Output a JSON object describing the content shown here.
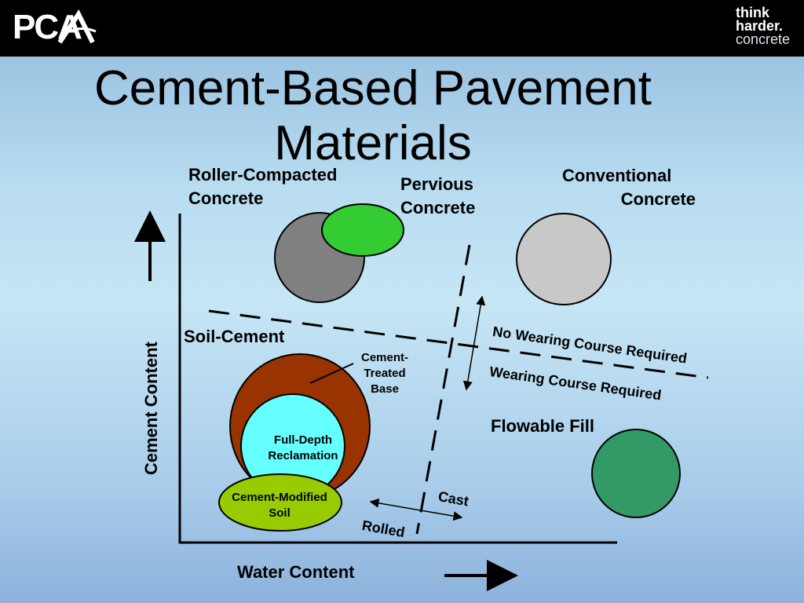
{
  "header": {
    "logo_left": "PCA",
    "logo_right": [
      "think",
      "harder.",
      "concrete"
    ]
  },
  "title": [
    "Cement-Based Pavement",
    "Materials"
  ],
  "axes": {
    "x_label": "Water Content",
    "y_label": "Cement Content"
  },
  "labels": {
    "rcc": [
      "Roller-Compacted",
      "Concrete"
    ],
    "pervious": [
      "Pervious",
      "Concrete"
    ],
    "conventional": [
      "Conventional",
      "Concrete"
    ],
    "soil_cement": "Soil-Cement",
    "ctb": [
      "Cement-",
      "Treated",
      "Base"
    ],
    "fdr": [
      "Full-Depth",
      "Reclamation"
    ],
    "cms": [
      "Cement-Modified",
      "Soil"
    ],
    "flowable_fill": "Flowable Fill",
    "no_wearing": "No Wearing Course Required",
    "wearing": "Wearing Course Required",
    "cast": "Cast",
    "rolled": "Rolled"
  },
  "colors": {
    "rcc": "#808080",
    "pervious": "#33cc33",
    "conventional": "#c8c8c8",
    "ctb": "#993300",
    "fdr": "#66ffff",
    "cms": "#99cc00",
    "flowable": "#339966"
  }
}
